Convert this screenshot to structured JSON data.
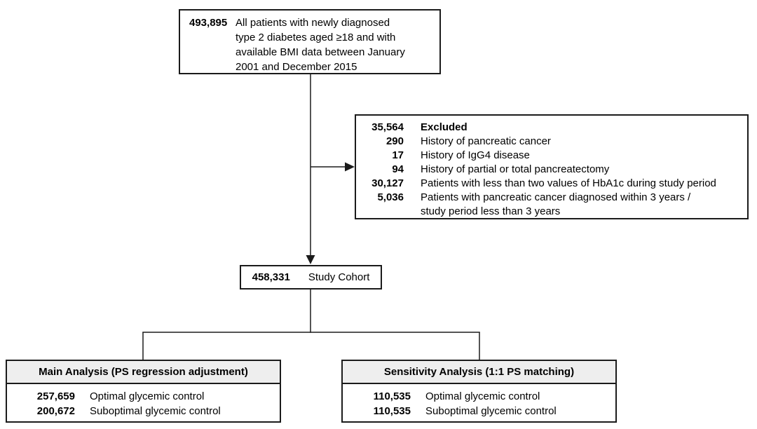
{
  "colors": {
    "background": "#ffffff",
    "box_border": "#1b1b1b",
    "header_background": "#eeeeee",
    "text": "#000000"
  },
  "top_box": {
    "count": "493,895",
    "label": "All patients with newly diagnosed type 2 diabetes aged ≥18 and with available BMI data between January 2001 and December 2015"
  },
  "excluded_box": {
    "count": "35,564",
    "label": "Excluded",
    "items": [
      {
        "count": "290",
        "label": "History of pancreatic cancer"
      },
      {
        "count": "17",
        "label": "History of IgG4 disease"
      },
      {
        "count": "94",
        "label": "History of partial or total pancreatectomy"
      },
      {
        "count": "30,127",
        "label": "Patients with less than two values of HbA1c during study period"
      },
      {
        "count": "5,036",
        "label": "Patients with pancreatic cancer diagnosed within 3 years /",
        "label_line2": "study period less than 3 years"
      }
    ]
  },
  "cohort_box": {
    "count": "458,331",
    "label": "Study Cohort"
  },
  "main_analysis_box": {
    "title": "Main Analysis (PS regression adjustment)",
    "rows": [
      {
        "count": "257,659",
        "label": "Optimal glycemic control"
      },
      {
        "count": "200,672",
        "label": "Suboptimal glycemic control"
      }
    ]
  },
  "sensitivity_analysis_box": {
    "title": "Sensitivity Analysis (1:1 PS matching)",
    "rows": [
      {
        "count": "110,535",
        "label": "Optimal glycemic control"
      },
      {
        "count": "110,535",
        "label": "Suboptimal glycemic control"
      }
    ]
  }
}
